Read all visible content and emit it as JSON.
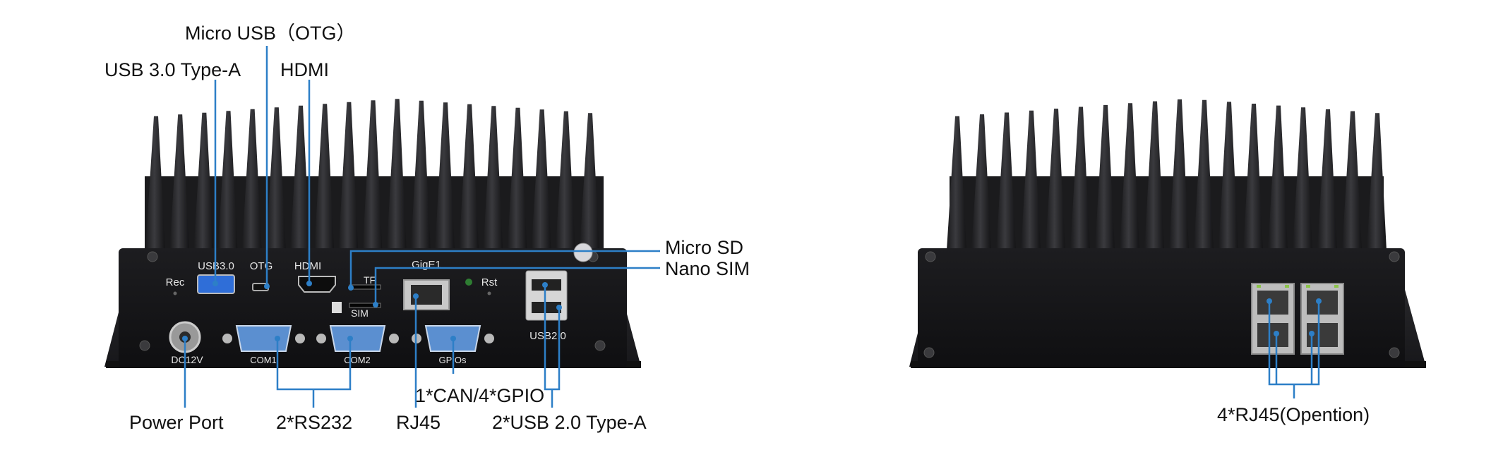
{
  "callouts": {
    "micro_usb_otg": "Micro USB（OTG）",
    "usb30_type_a": "USB 3.0 Type-A",
    "hdmi": "HDMI",
    "micro_sd": "Micro SD",
    "nano_sim": "Nano SIM",
    "power_port": "Power Port",
    "rs232": "2*RS232",
    "rj45": "RJ45",
    "can_gpio": "1*CAN/4*GPIO",
    "usb20_type_a": "2*USB 2.0 Type-A",
    "rj45_option": "4*RJ45(Opention)"
  },
  "silkscreen": {
    "usb30": "USB3.0",
    "otg": "OTG",
    "hdmi": "HDMI",
    "tf": "TF",
    "sim": "SIM",
    "gige1": "GigE1",
    "rec": "Rec",
    "rst": "Rst",
    "dc12v": "DC12V",
    "com1": "COM1",
    "com2": "COM2",
    "gpios": "GPIOs",
    "usb20": "USB2.0"
  },
  "colors": {
    "leader": "#2d7fc7",
    "chassis": "#1b1b1d",
    "fins": "#262629",
    "db9": "#5b8fd0",
    "usb3": "#2f6ed8"
  }
}
